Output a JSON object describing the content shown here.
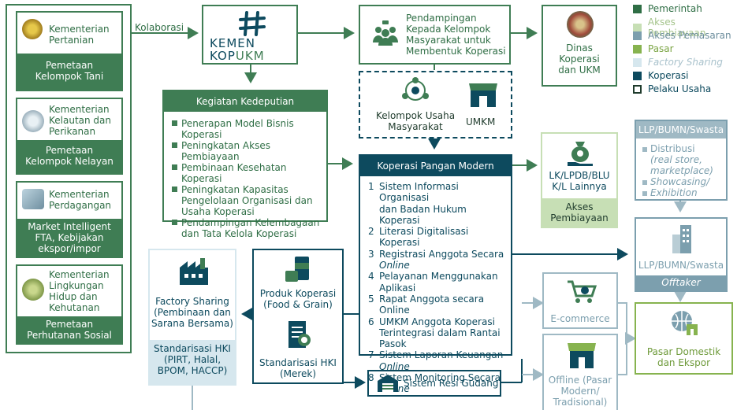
{
  "ministries": [
    {
      "name_lines": [
        "Kementerian",
        "Pertanian"
      ],
      "band_lines": [
        "Pemetaan",
        "Kelompok Tani"
      ]
    },
    {
      "name_lines": [
        "Kementerian",
        "Kelautan dan",
        "Perikanan"
      ],
      "band_lines": [
        "Pemetaan",
        "Kelompok Nelayan"
      ]
    },
    {
      "name_lines": [
        "Kementerian",
        "Perdagangan"
      ],
      "band_lines": [
        "Market Intelligent",
        "FTA, Kebijakan",
        "ekspor/impor"
      ]
    },
    {
      "name_lines": [
        "Kementerian",
        "Lingkungan",
        "Hidup dan",
        "Kehutanan"
      ],
      "band_lines": [
        "Pemetaan",
        "Perhutanan Sosial"
      ]
    }
  ],
  "kolaborasi_label": "Kolaborasi",
  "logo": {
    "line1": "KEMEN",
    "line2a": "KOP",
    "line2b": "UKM"
  },
  "pendampingan_lines": [
    "Pendampingan",
    "Kepada Kelompok",
    "Masyarakat untuk",
    "Membentuk Koperasi"
  ],
  "dinas_lines": [
    "Dinas",
    "Koperasi",
    "dan UKM"
  ],
  "legend": [
    {
      "label": "Pemerintah",
      "color": "#2f6e45"
    },
    {
      "label": "Akses Pembiayaan",
      "color": "#c7dfb5"
    },
    {
      "label": "Akses Pemasaran",
      "color": "#7c9fae"
    },
    {
      "label": "Pasar",
      "color": "#87b34f"
    },
    {
      "label": "Factory Sharing",
      "color": "#d6e7ee"
    },
    {
      "label": "Koperasi",
      "color": "#0d4a5e"
    },
    {
      "label": "Pelaku Usaha",
      "color": "#1f3b2c"
    }
  ],
  "kelompok_lines": [
    "Kelompok Usaha",
    "Masyarakat"
  ],
  "umkm_label": "UMKM",
  "kedeputian": {
    "title": "Kegiatan Kedeputian",
    "items": [
      [
        "Penerapan Model Bisnis",
        "Koperasi"
      ],
      [
        "Peningkatan Akses Pembiayaan"
      ],
      [
        "Pembinaan Kesehatan Koperasi"
      ],
      [
        "Peningkatan Kapasitas",
        "Pengelolaan Organisasi dan",
        "Usaha Koperasi"
      ],
      [
        "Pendampingan Kelembagaan",
        "dan Tata Kelola Koperasi"
      ]
    ]
  },
  "koperasi": {
    "title": "Koperasi Pangan Modern",
    "items": [
      {
        "n": "1",
        "lines": [
          "Sistem Informasi Organisasi",
          "dan Badan Hukum Koperasi"
        ]
      },
      {
        "n": "2",
        "lines": [
          "Literasi Digitalisasi Koperasi"
        ]
      },
      {
        "n": "3",
        "lines": [
          "Registrasi Anggota Secara",
          "Online"
        ]
      },
      {
        "n": "4",
        "lines": [
          "Pelayanan Menggunakan",
          "Aplikasi"
        ]
      },
      {
        "n": "5",
        "lines": [
          "Rapat Anggota secara Online"
        ]
      },
      {
        "n": "6",
        "lines": [
          "UMKM Anggota Koperasi",
          "Terintegrasi dalam Rantai",
          "Pasok"
        ]
      },
      {
        "n": "7",
        "lines": [
          "Sistem Laporan Keuangan",
          "Online"
        ]
      },
      {
        "n": "8",
        "lines": [
          "Sistem Monitoring Secara",
          "Online"
        ]
      }
    ]
  },
  "lk_lines": [
    "LK/LPDB/BLU",
    "K/L Lainnya"
  ],
  "akses_pembiayaan_lines": [
    "Akses",
    "Pembiayaan"
  ],
  "llp_top": {
    "title": "LLP/BUMN/Swasta",
    "items": [
      [
        "Distribusi"
      ],
      [
        "(real store,",
        "marketplace)"
      ],
      [
        "Showcasing/",
        "Exhibition"
      ]
    ]
  },
  "llp_offtaker": {
    "title": "LLP/BUMN/Swasta",
    "band": "Offtaker"
  },
  "ecommerce_label": "E-commerce",
  "offline_lines": [
    "Offline (Pasar",
    "Modern/",
    "Tradisional)"
  ],
  "pasar_lines": [
    "Pasar Domestik",
    "dan Ekspor"
  ],
  "factory": {
    "lines": [
      "Factory Sharing",
      "(Pembinaan dan",
      "Sarana Bersama)"
    ],
    "band_lines": [
      "Standarisasi HKI",
      "(PIRT, Halal,",
      "BPOM, HACCP)"
    ]
  },
  "produk_lines": [
    "Produk Koperasi",
    "(Food & Grain)"
  ],
  "standarisasi_lines": [
    "Standarisasi HKI",
    "(Merek)"
  ],
  "resi_label": "Sistem Resi Gudang"
}
